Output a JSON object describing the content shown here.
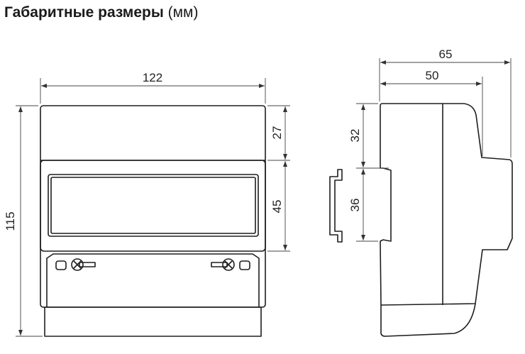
{
  "title": {
    "bold": "Габаритные размеры",
    "unit": "(мм)"
  },
  "front_view": {
    "width": "122",
    "height": "115",
    "top_section": "27",
    "display_section": "45"
  },
  "side_view": {
    "depth_total": "65",
    "depth_body": "50",
    "top_to_rail": "32",
    "rail_height": "36"
  }
}
